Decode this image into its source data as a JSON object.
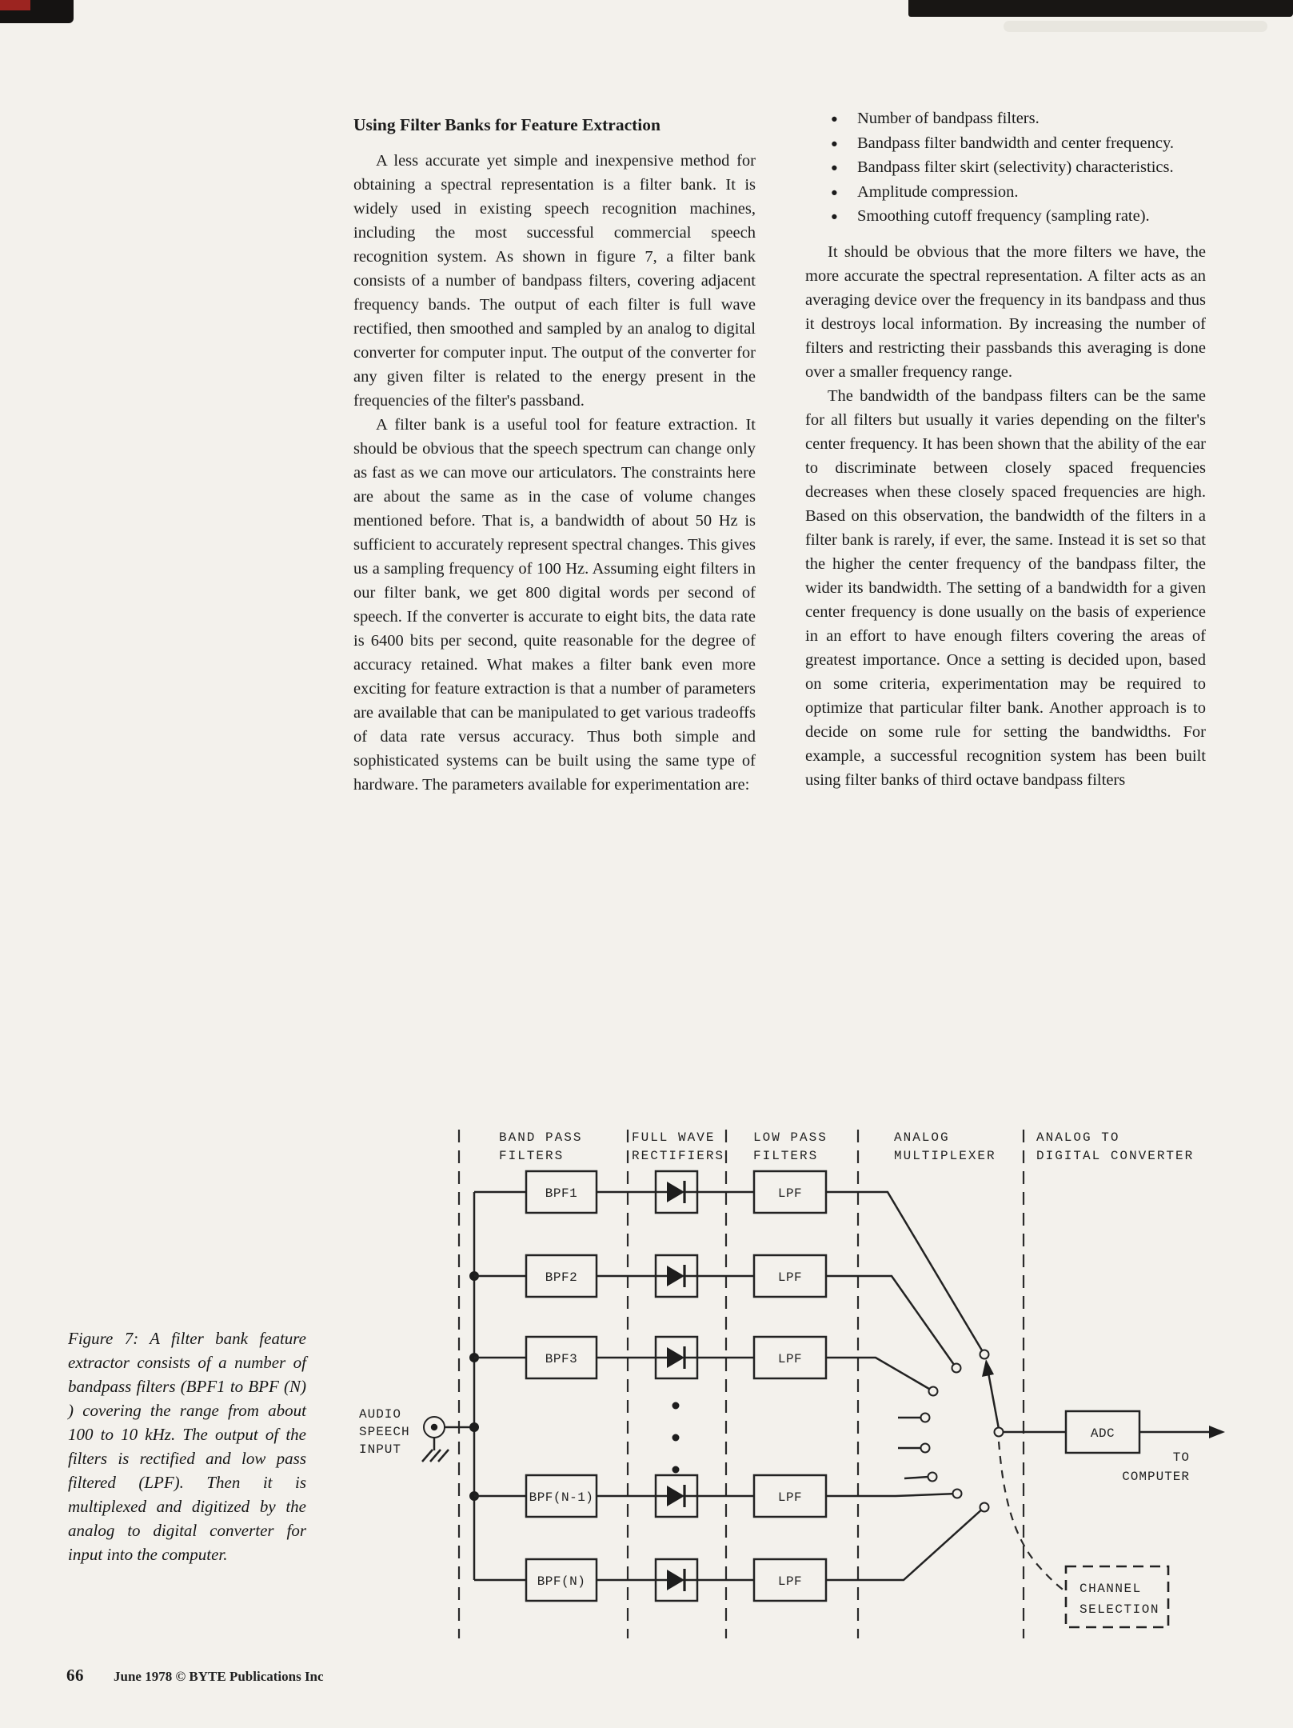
{
  "page": {
    "number": "66",
    "footer_text": "June 1978 © BYTE Publications Inc"
  },
  "article": {
    "heading": "Using Filter Banks for Feature Extraction",
    "left_paragraphs": [
      "A less accurate yet simple and inexpensive method for obtaining a spectral representation is a filter bank. It is widely used in existing speech recognition machines, including the most successful commercial speech recognition system. As shown in figure 7, a filter bank consists of a number of bandpass filters, covering adjacent frequency bands. The output of each filter is full wave rectified, then smoothed and sampled by an analog to digital converter for computer input. The output of the converter for any given filter is related to the energy present in the frequencies of the filter's passband.",
      "A filter bank is a useful tool for feature extraction. It should be obvious that the speech spectrum can change only as fast as we can move our articulators. The constraints here are about the same as in the case of volume changes mentioned before. That is, a bandwidth of about 50 Hz is sufficient to accurately represent spectral changes. This gives us a sampling frequency of 100 Hz. Assuming eight filters in our filter bank, we get 800 digital words per second of speech. If the converter is accurate to eight bits, the data rate is 6400 bits per second, quite reasonable for the degree of accuracy retained. What makes a filter bank even more exciting for feature extraction is that a number of parameters are available that can be manipulated to get various tradeoffs of data rate versus accuracy. Thus both simple and sophisticated systems can be built using the same type of hardware. The parameters available for experimentation are:"
    ],
    "bullets": [
      "Number of bandpass filters.",
      "Bandpass filter bandwidth and center frequency.",
      "Bandpass filter skirt (selectivity) characteristics.",
      "Amplitude compression.",
      "Smoothing cutoff frequency (sampling rate)."
    ],
    "right_paragraphs": [
      "It should be obvious that the more filters we have, the more accurate the spectral representation. A filter acts as an averaging device over the frequency in its bandpass and thus it destroys local information. By increasing the number of filters and restricting their passbands this averaging is done over a smaller frequency range.",
      "The bandwidth of the bandpass filters can be the same for all filters but usually it varies depending on the filter's center frequency. It has been shown that the ability of the ear to discriminate between closely spaced frequencies decreases when these closely spaced frequencies are high. Based on this observation, the bandwidth of the filters in a filter bank is rarely, if ever, the same. Instead it is set so that the higher the center frequency of the bandpass filter, the wider its bandwidth. The setting of a bandwidth for a given center frequency is done usually on the basis of experience in an effort to have enough filters covering the areas of greatest importance. Once a setting is decided upon, based on some criteria, experimentation may be required to optimize that particular filter bank. Another approach is to decide on some rule for setting the bandwidths. For example, a successful recognition system has been built using filter banks of third octave bandpass filters"
    ]
  },
  "figure": {
    "caption": "Figure 7: A filter bank feature extractor consists of a number of bandpass filters (BPF1 to BPF (N) ) covering the range from about 100 to 10 kHz. The output of the filters is rectified and low pass filtered (LPF). Then it is multiplexed and digitized by the analog to digital converter for input into the computer."
  },
  "diagram": {
    "headers": [
      {
        "line1": "BAND PASS",
        "line2": "FILTERS"
      },
      {
        "line1": "FULL WAVE",
        "line2": "RECTIFIERS"
      },
      {
        "line1": "LOW PASS",
        "line2": "FILTERS"
      },
      {
        "line1": "ANALOG",
        "line2": "MULTIPLEXER"
      },
      {
        "line1": "ANALOG TO",
        "line2": "DIGITAL CONVERTER"
      }
    ],
    "input_label": {
      "line1": "AUDIO",
      "line2": "SPEECH",
      "line3": "INPUT"
    },
    "filters": [
      "BPF1",
      "BPF2",
      "BPF3",
      "BPF(N-1)",
      "BPF(N)"
    ],
    "lpf": "LPF",
    "adc": "ADC",
    "output": {
      "line1": "TO",
      "line2": "COMPUTER"
    },
    "channel_selection": {
      "line1": "CHANNEL",
      "line2": "SELECTION"
    }
  }
}
